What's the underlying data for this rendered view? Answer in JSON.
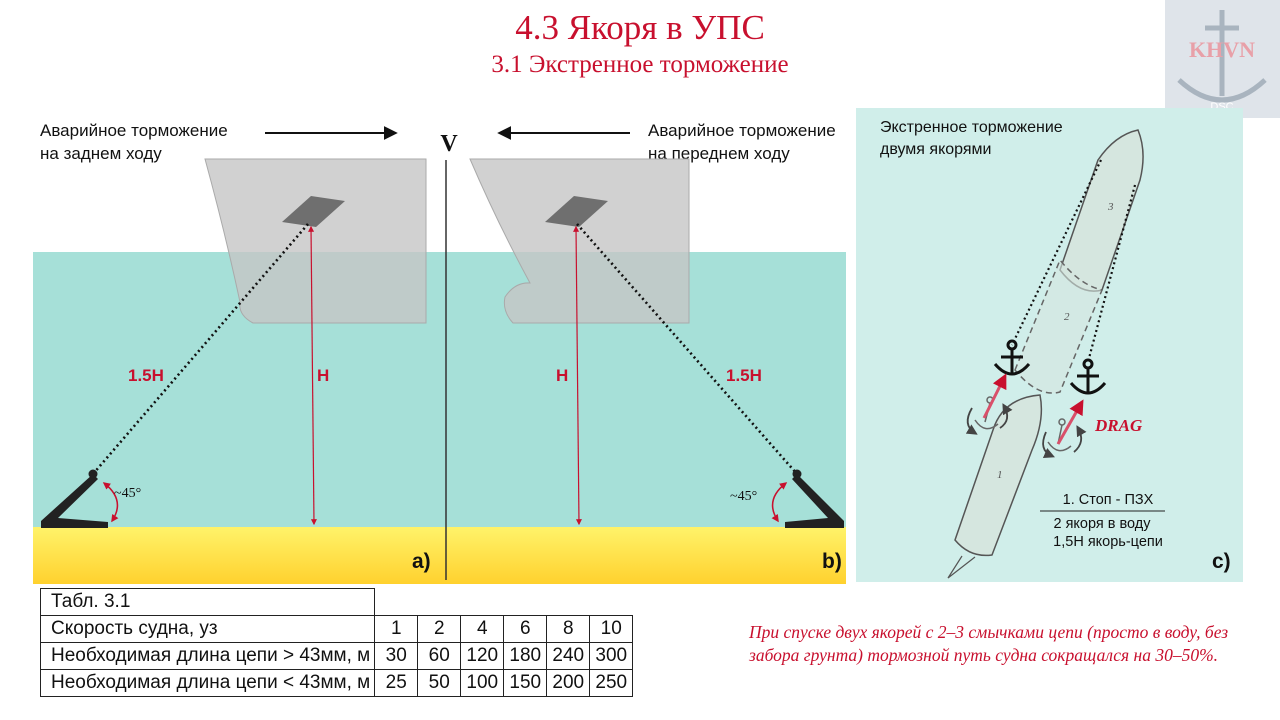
{
  "title": "4.3 Якоря в УПС",
  "subtitle": "3.1 Экстренное торможение",
  "logo": {
    "text": "KHVN",
    "sub": "DSC",
    "icon": "anchor-icon"
  },
  "velocity_label": "V",
  "panel_a": {
    "caption_line1": "Аварийное торможение",
    "caption_line2": "на заднем ходу",
    "chain_label": "1.5H",
    "depth_label": "H",
    "angle_label": "~45°",
    "panel_label": "a)"
  },
  "panel_b": {
    "caption_line1": "Аварийное торможение",
    "caption_line2": "на переднем  ходу",
    "chain_label": "1.5H",
    "depth_label": "H",
    "angle_label": "~45°",
    "panel_label": "b)"
  },
  "panel_c": {
    "caption_line1": "Экстренное торможение",
    "caption_line2": "двумя якорями",
    "ship_positions": [
      "1",
      "2",
      "3"
    ],
    "drag_label": "DRAG",
    "steps_line1": "1. Стоп - ПЗХ",
    "steps_line2": "2 якоря в воду",
    "steps_line3": "1,5H якорь-цепи",
    "panel_label": "c)"
  },
  "colors": {
    "accent": "#c8102e",
    "water": "#a6e0d8",
    "seabed": "#ffe14a",
    "hull": "#c9c9c9",
    "panel_c_bg": "#d0eeea"
  },
  "table": {
    "caption": "Табл. 3.1",
    "rows": [
      {
        "label": "Скорость судна, уз",
        "values": [
          "1",
          "2",
          "4",
          "6",
          "8",
          "10"
        ]
      },
      {
        "label": "Необходимая длина цепи > 43мм, м",
        "values": [
          "30",
          "60",
          "120",
          "180",
          "240",
          "300"
        ]
      },
      {
        "label": "Необходимая длина цепи < 43мм, м",
        "values": [
          "25",
          "50",
          "100",
          "150",
          "200",
          "250"
        ]
      }
    ]
  },
  "note": "При спуске двух якорей с 2–3 смычками цепи (просто в воду, без забора грунта) тормозной путь судна сокращался на 30–50%."
}
